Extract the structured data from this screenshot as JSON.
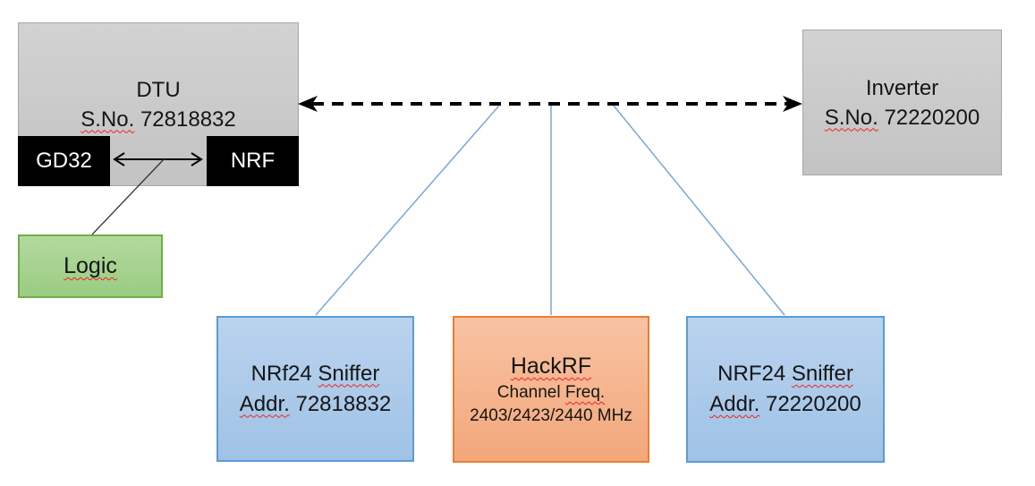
{
  "colors": {
    "gray_fill": "#c9c9c9",
    "gray_border": "#a6a6a6",
    "green_fill": "#a9d18e",
    "green_border": "#70ad47",
    "blue_fill": "#a8c6e6",
    "blue_border": "#5b9bd5",
    "orange_fill": "#f4b183",
    "orange_border": "#ed7d31",
    "chip_fill": "#000000",
    "connector_blue": "#7ba7d9",
    "arrow_black": "#000000",
    "spellcheck_red": "#ee2222"
  },
  "dtu": {
    "title": "DTU",
    "serial_label": "S.No.",
    "serial_number": "72818832",
    "chip_left": "GD32",
    "chip_right": "NRF"
  },
  "logic": {
    "label": "Logic"
  },
  "inverter": {
    "title": "Inverter",
    "serial_label": "S.No.",
    "serial_number": "72220200"
  },
  "sniffer_left": {
    "device_prefix": "NRf24",
    "device_suffix": "Sniffer",
    "addr_label": "Addr.",
    "address": "72818832"
  },
  "hackrf": {
    "title": "HackRF",
    "channel_word": "Channel",
    "freq_word": "Freq.",
    "frequencies": "2403/2423/2440 MHz"
  },
  "sniffer_right": {
    "device_prefix": "NRF24",
    "device_suffix": "Sniffer",
    "addr_label": "Addr.",
    "address": "72220200"
  }
}
